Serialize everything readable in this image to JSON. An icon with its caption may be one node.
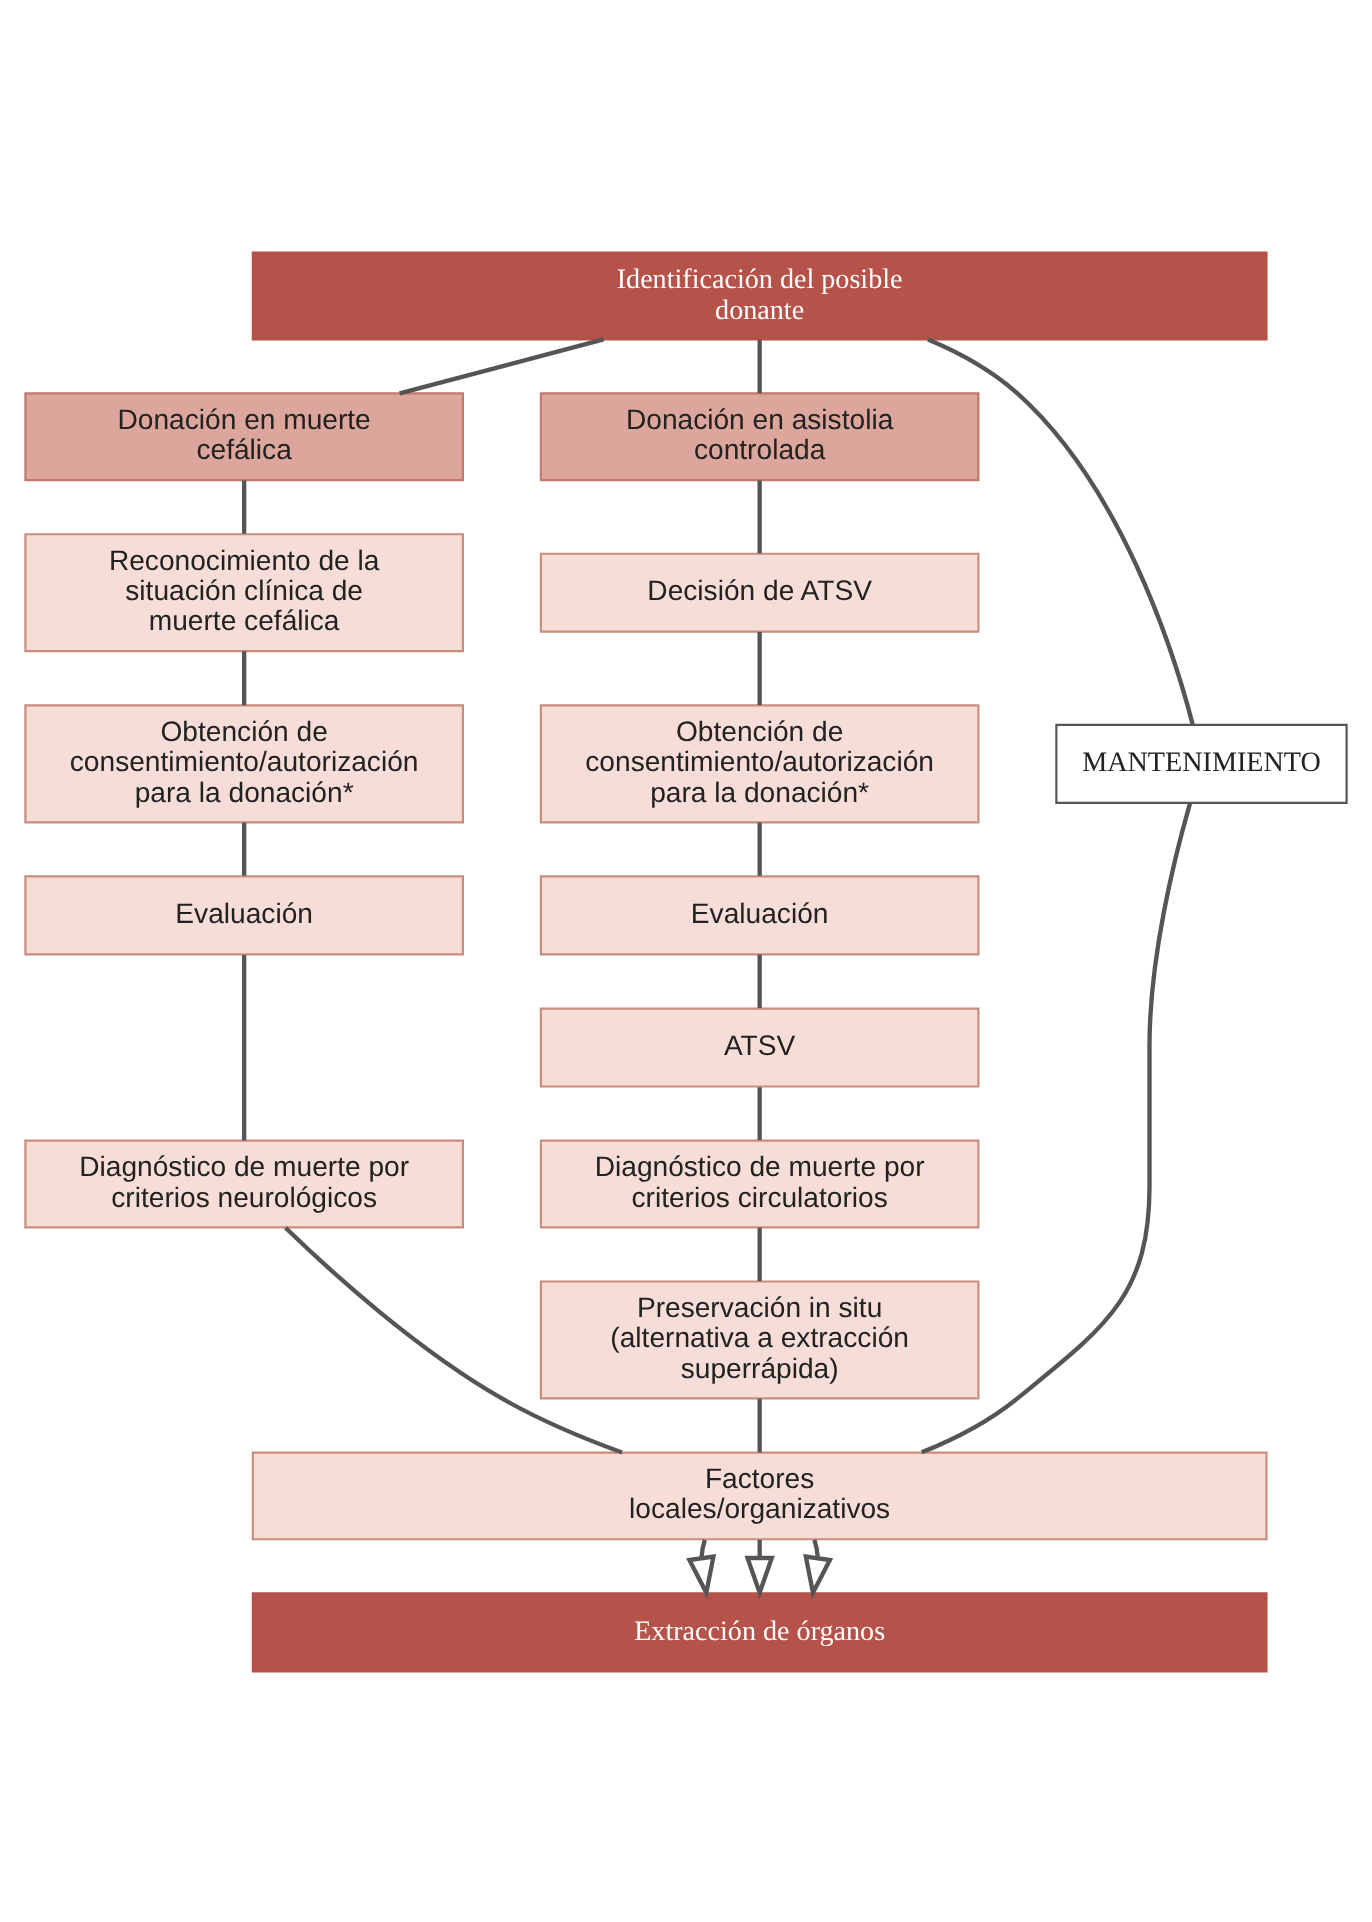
{
  "diagram": {
    "nodes": [
      {
        "text": [
          "Identificación del posible donante"
        ]
      },
      {
        "text": [
          "Donación en muerte cefálica"
        ]
      },
      {
        "text": [
          "Donación en asistolia controlada"
        ]
      },
      {
        "text": [
          "Reconocimiento de la situación clínica de muerte cefálica"
        ]
      },
      {
        "text": [
          "Decisión de ATSV"
        ]
      },
      {
        "text": [
          "MANTENIMIENTO"
        ]
      },
      {
        "text": [
          "Obtención de consentimiento/autorización para la donación*"
        ]
      },
      {
        "text": [
          "Obtención de consentimiento/autorización para la donación*"
        ]
      },
      {
        "text": [
          "Evaluación"
        ]
      },
      {
        "text": [
          "Evaluación"
        ]
      },
      {
        "text": [
          "ATSV"
        ]
      },
      {
        "text": [
          "Diagnóstico de muerte por criterios neurológicos"
        ]
      },
      {
        "text": [
          "Diagnóstico de muerte por criterios circulatorios"
        ]
      },
      {
        "text": [
          "Preservación in situ (alternativa a extracción superrápida)"
        ]
      },
      {
        "text": [
          "Factores locales/organizativos"
        ]
      },
      {
        "text": [
          "Extracción de órganos"
        ]
      }
    ],
    "edges": [
      {
        "from": 0,
        "to": 1,
        "arrow": "none"
      },
      {
        "from": 1,
        "to": 3,
        "arrow": "none"
      },
      {
        "from": 3,
        "to": 6,
        "arrow": "none"
      },
      {
        "from": 6,
        "to": 8,
        "arrow": "none"
      },
      {
        "from": 8,
        "to": 11,
        "arrow": "none"
      },
      {
        "from": 11,
        "to": 14,
        "arrow": "none"
      },
      {
        "from": 14,
        "to": 15,
        "arrow": "to"
      },
      {
        "from": 0,
        "to": 5,
        "arrow": "none"
      },
      {
        "from": 5,
        "to": 14,
        "arrow": "none"
      },
      {
        "from": 14,
        "to": 15,
        "arrow": "to"
      },
      {
        "from": 0,
        "to": 2,
        "arrow": "none"
      },
      {
        "from": 2,
        "to": 4,
        "arrow": "none"
      },
      {
        "from": 4,
        "to": 7,
        "arrow": "none"
      },
      {
        "from": 7,
        "to": 9,
        "arrow": "none"
      },
      {
        "from": 9,
        "to": 10,
        "arrow": "none"
      },
      {
        "from": 10,
        "to": 12,
        "arrow": "none"
      },
      {
        "from": 12,
        "to": 13,
        "arrow": "none"
      },
      {
        "from": 13,
        "to": 14,
        "arrow": "none"
      },
      {
        "from": 14,
        "to": 15,
        "arrow": "to"
      }
    ]
  }
}
